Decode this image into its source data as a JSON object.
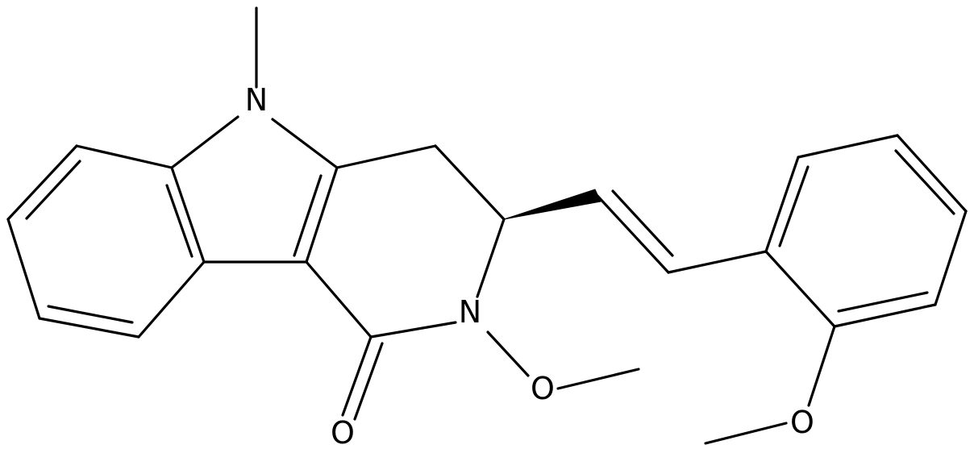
{
  "molecule": {
    "atoms": {
      "N_indole": "N",
      "N_amide": "N",
      "O_carbonyl": "O",
      "O_nmethoxy": "O",
      "O_arylmethoxy": "O"
    }
  },
  "colors": {
    "bond": "#000000",
    "background": "#ffffff"
  }
}
